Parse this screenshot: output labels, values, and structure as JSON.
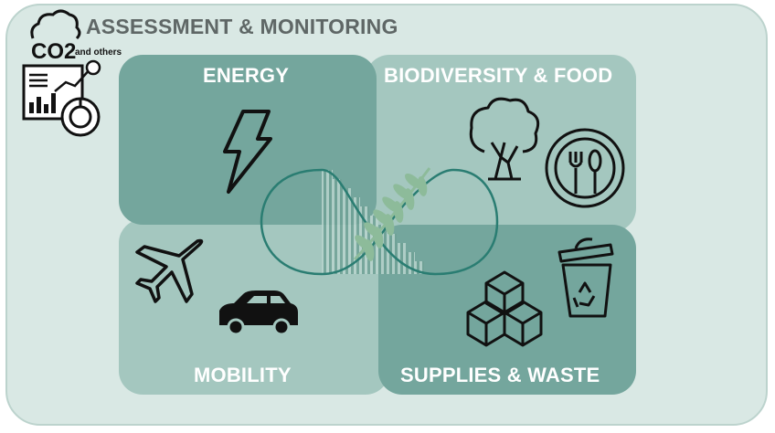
{
  "title": "ASSESSMENT & MONITORING",
  "co2_icon": {
    "label": "CO2",
    "sub_label": "and others"
  },
  "panels": {
    "energy": "ENERGY",
    "biodiversity_food": "BIODIVERSITY & FOOD",
    "mobility": "MOBILITY",
    "supplies_waste": "SUPPLIES & WASTE"
  },
  "icons": [
    "cloud-co2-icon",
    "dashboard-icon",
    "lightning-icon",
    "tree-icon",
    "plate-cutlery-icon",
    "airplane-icon",
    "car-icon",
    "boxes-icon",
    "recycle-bin-icon",
    "infinity-wheat-icon"
  ],
  "colors": {
    "background": "#d9e8e4",
    "dark_panel": "#74a69d",
    "light_panel": "#a4c7bf",
    "infinity_stroke": "#2a7d72",
    "title": "#5f6766"
  }
}
